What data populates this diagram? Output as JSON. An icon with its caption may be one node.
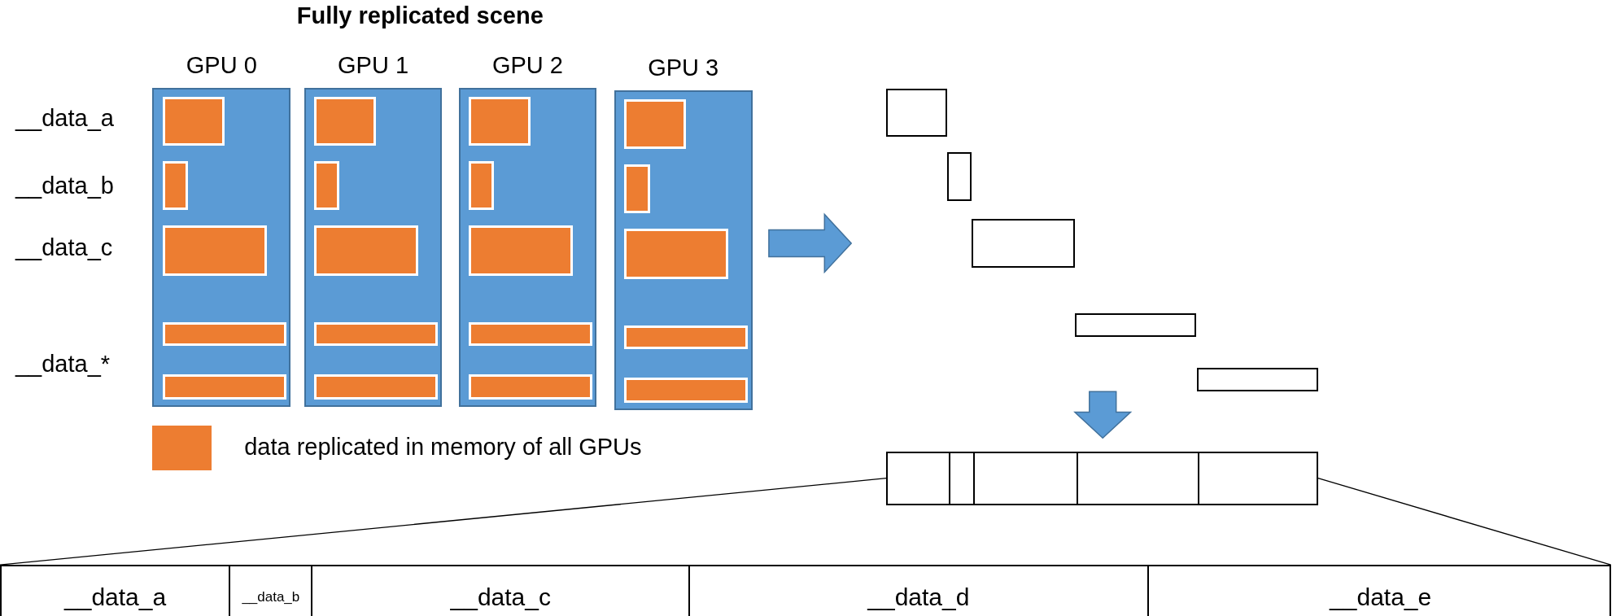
{
  "diagram": {
    "title": "Fully replicated scene",
    "nodes": [
      {
        "text": [
          "GPU 0"
        ]
      },
      {
        "text": [],
        "shape": "box",
        "in": 0
      },
      {
        "text": [],
        "shape": "box",
        "in": 0
      },
      {
        "text": [],
        "shape": "box",
        "in": 0
      },
      {
        "text": [],
        "shape": "box",
        "in": 0
      },
      {
        "text": [],
        "shape": "box",
        "in": 0
      },
      {
        "text": [
          "GPU 1"
        ]
      },
      {
        "text": [],
        "shape": "box",
        "in": 6
      },
      {
        "text": [],
        "shape": "box",
        "in": 6
      },
      {
        "text": [],
        "shape": "box",
        "in": 6
      },
      {
        "text": [],
        "shape": "box",
        "in": 6
      },
      {
        "text": [],
        "shape": "box",
        "in": 6
      },
      {
        "text": [
          "GPU 2"
        ]
      },
      {
        "text": [],
        "shape": "box",
        "in": 12
      },
      {
        "text": [],
        "shape": "box",
        "in": 12
      },
      {
        "text": [],
        "shape": "box",
        "in": 12
      },
      {
        "text": [],
        "shape": "box",
        "in": 12
      },
      {
        "text": [],
        "shape": "box",
        "in": 12
      },
      {
        "text": [
          "GPU 3"
        ]
      },
      {
        "text": [],
        "shape": "box",
        "in": 18
      },
      {
        "text": [],
        "shape": "box",
        "in": 18
      },
      {
        "text": [],
        "shape": "box",
        "in": 18
      },
      {
        "text": [],
        "shape": "box",
        "in": 18
      },
      {
        "text": [],
        "shape": "box",
        "in": 18
      },
      {
        "text": [],
        "shape": "box"
      },
      {
        "text": [],
        "shape": "box"
      },
      {
        "text": [],
        "shape": "box"
      },
      {
        "text": [],
        "shape": "box"
      },
      {
        "text": [],
        "shape": "box"
      },
      {
        "text": [],
        "shape": "bar"
      },
      {
        "text": [],
        "shape": "box"
      },
      {
        "text": [
          "__data_a"
        ],
        "in": 30
      },
      {
        "text": [
          "__data_b"
        ],
        "in": 30
      },
      {
        "text": [
          "__data_c"
        ],
        "in": 30
      },
      {
        "text": [
          "__data_d"
        ],
        "in": 30
      },
      {
        "text": [
          "__data_e"
        ],
        "in": 30
      }
    ],
    "edges": [
      {
        "from": 18,
        "to": null,
        "arrow": "to"
      },
      {
        "from": null,
        "to": 29,
        "arrow": "to"
      },
      {
        "from": 29,
        "to": 30,
        "arrow": "none"
      },
      {
        "from": 29,
        "to": 30,
        "arrow": "none"
      }
    ],
    "labels": [
      "__data_a",
      "__data_b",
      "__data_c",
      "__data_*"
    ],
    "legend": [
      {
        "text": "data replicated in memory of all GPUs",
        "color": "#ed7d31"
      }
    ]
  }
}
